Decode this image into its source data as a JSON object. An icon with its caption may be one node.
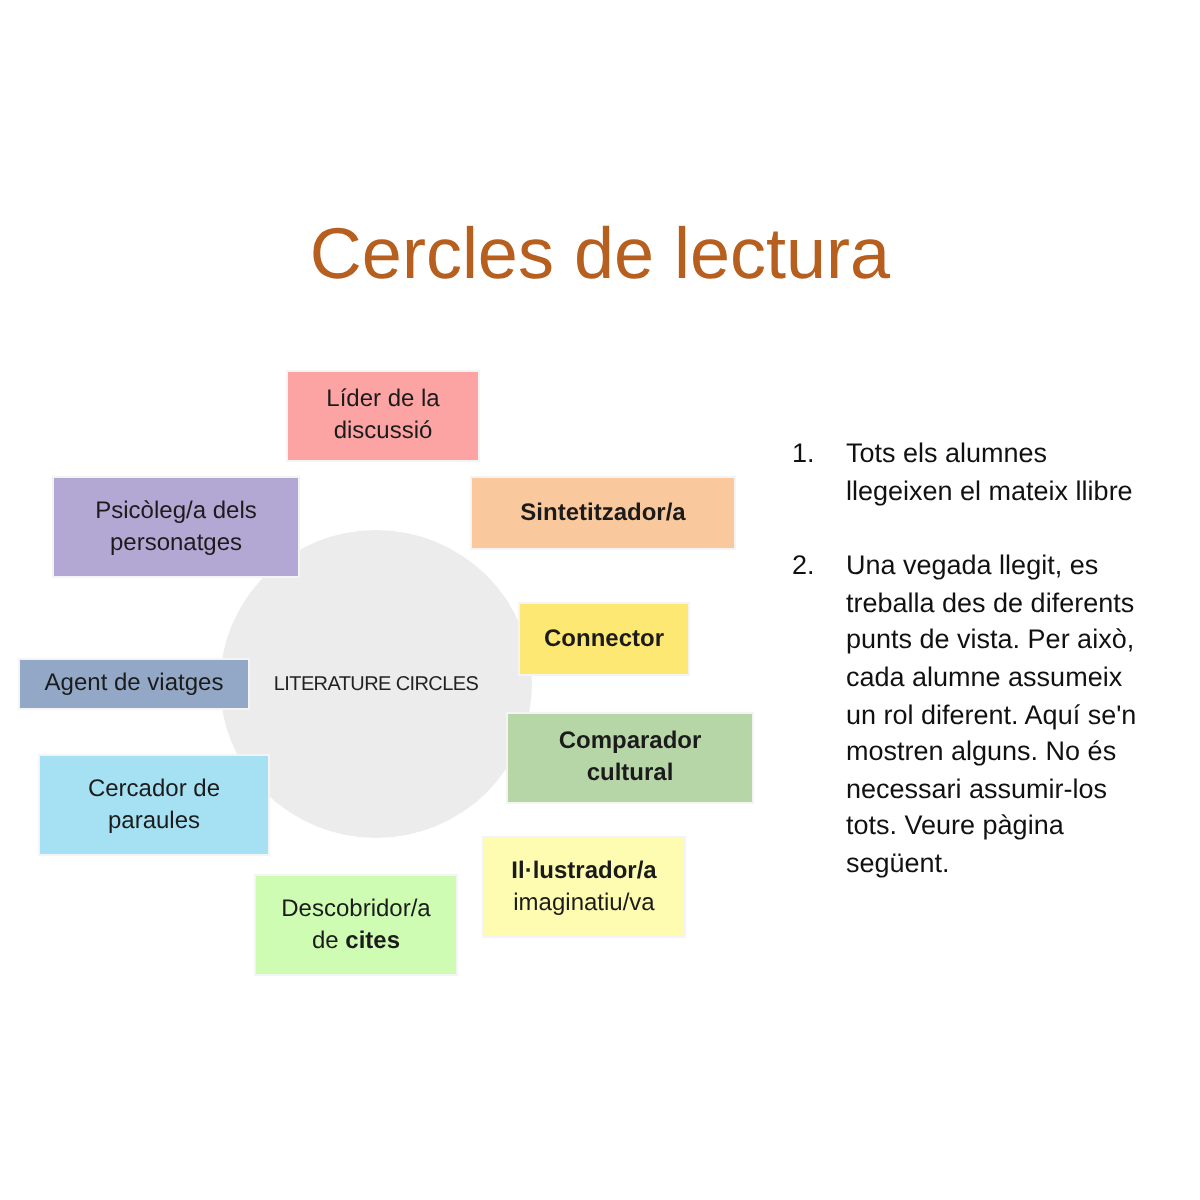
{
  "diagram": {
    "title": "Cercles de lectura",
    "nodes": [
      {
        "text": [
          "Líder de la discussió"
        ]
      },
      {
        "text": [
          "Psicòleg/a dels personatges"
        ]
      },
      {
        "text": [
          "Sintetitzador/a"
        ]
      },
      {
        "text": [
          "LITERATURE CIRCLES"
        ]
      },
      {
        "text": [
          "Connector"
        ]
      },
      {
        "text": [
          "Agent de viatges"
        ]
      },
      {
        "text": [
          "Comparador cultural"
        ]
      },
      {
        "text": [
          "Cercador de paraules"
        ]
      },
      {
        "text": [
          "**Il·lustrador/a** imaginatiu/va"
        ]
      },
      {
        "text": [
          "Descobridor/a de **cites**"
        ]
      }
    ],
    "labels": [
      "1.",
      "Tots els alumnes llegeixen el mateix llibre",
      "2.",
      "Una vegada llegit, es treballa des de diferents punts de vista. Per això, cada alumne assumeix un rol diferent. Aquí se'n mostren alguns. No és necessari assumir-los tots. Veure pàgina següent."
    ]
  }
}
